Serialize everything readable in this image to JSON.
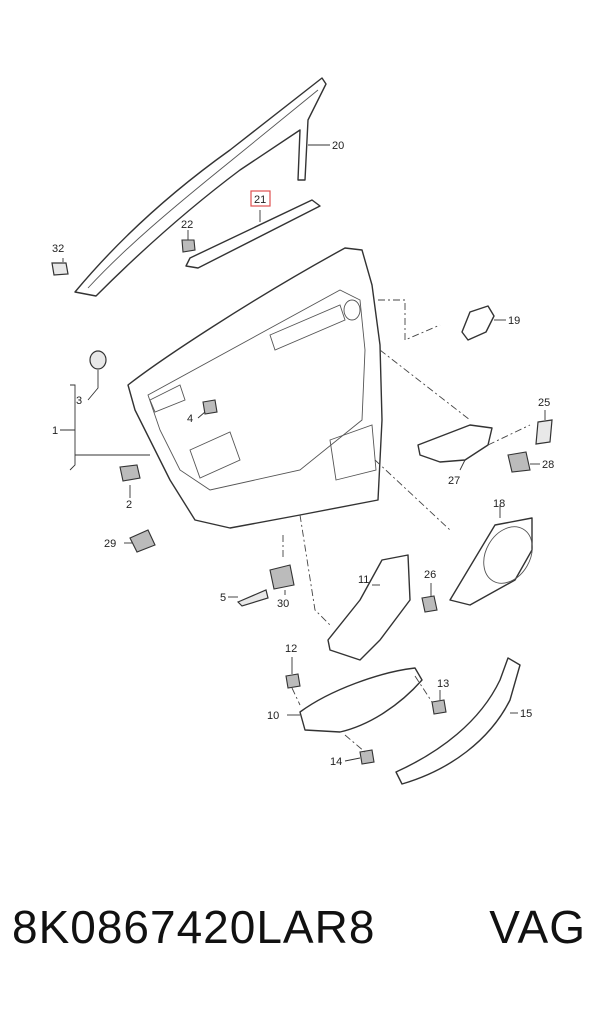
{
  "footer": {
    "part_number": "8K0867420LAR8",
    "brand": "VAG"
  },
  "callouts": {
    "c1": "1",
    "c2": "2",
    "c3": "3",
    "c4": "4",
    "c5": "5",
    "c10": "10",
    "c11": "11",
    "c12": "12",
    "c13": "13",
    "c14": "14",
    "c15": "15",
    "c18": "18",
    "c19": "19",
    "c20": "20",
    "c21": "21",
    "c22": "22",
    "c25": "25",
    "c26": "26",
    "c27": "27",
    "c28": "28",
    "c29": "29",
    "c30": "30",
    "c32": "32"
  },
  "highlight_color": "#e05050"
}
